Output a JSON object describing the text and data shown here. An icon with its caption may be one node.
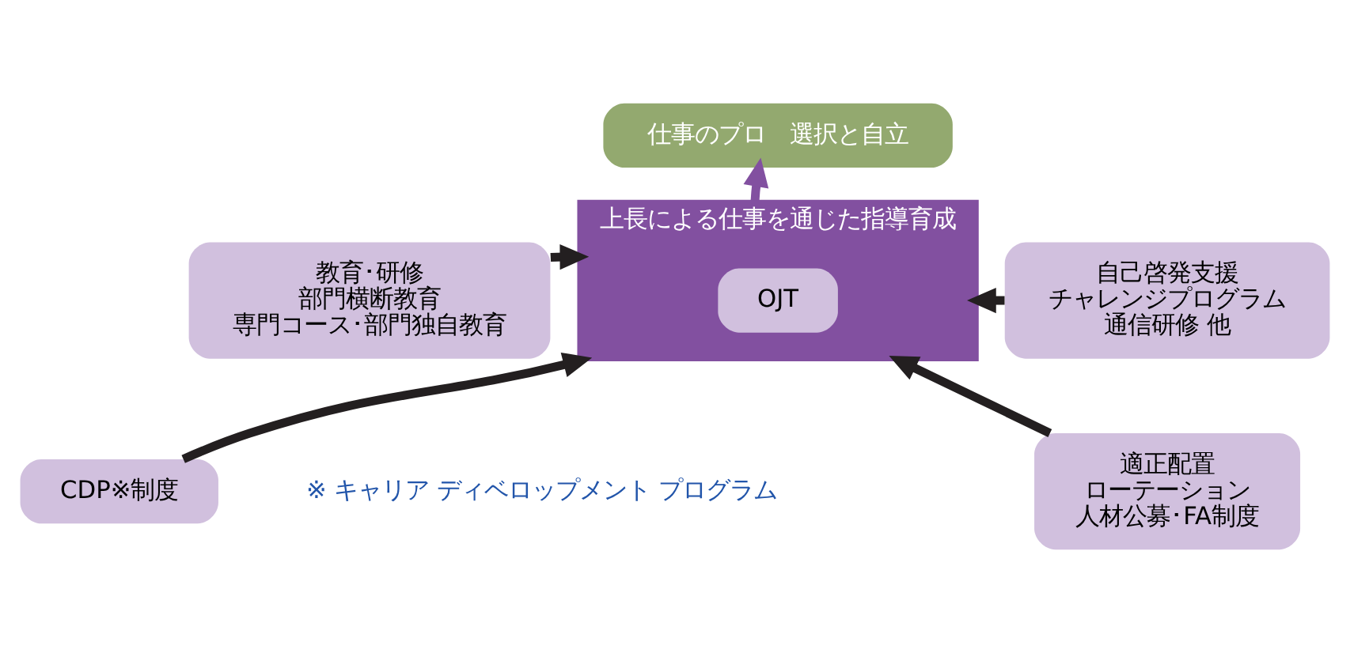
{
  "diagram": {
    "nodes": [
      {
        "text": [
          "仕事のプロ　選択と自立"
        ]
      },
      {
        "text": [
          "上長による仕事を通じた指導育成"
        ]
      },
      {
        "text": [
          "OJT"
        ],
        "in": 1
      },
      {
        "text": [
          "教育･研修",
          "部門横断教育",
          "専門コース･部門独自教育"
        ]
      },
      {
        "text": [
          "自己啓発支援",
          "チャレンジプログラム",
          "通信研修 他"
        ]
      },
      {
        "text": [
          "CDP※制度"
        ]
      },
      {
        "text": [
          "適正配置",
          "ローテーション",
          "人材公募･FA制度"
        ]
      }
    ],
    "edges": [
      {
        "from": 1,
        "to": 0,
        "arrow": "to",
        "color": "#8250a0"
      },
      {
        "from": 3,
        "to": 1,
        "arrow": "to"
      },
      {
        "from": 4,
        "to": 1,
        "arrow": "to"
      },
      {
        "from": 5,
        "to": 1,
        "arrow": "to"
      },
      {
        "from": 6,
        "to": 1,
        "arrow": "to"
      }
    ],
    "labels": [
      "※ キャリア ディベロップメント プログラム"
    ]
  }
}
